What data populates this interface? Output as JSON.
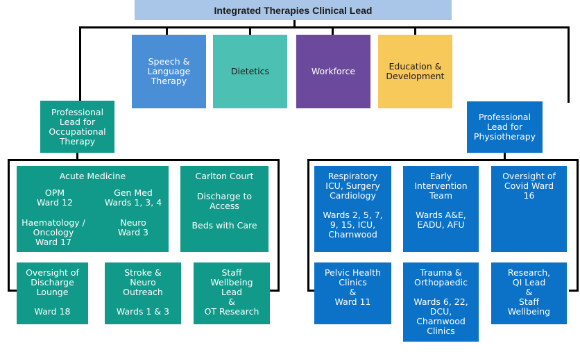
{
  "title": "Integrated Therapies Clinical Lead",
  "colors": {
    "speech": "#4a8fd6",
    "dietetics": "#4cc0b3",
    "workforce": "#6b4a9e",
    "education": "#f7c85a",
    "ot": "#119a8a",
    "physio": "#0b72c7",
    "header": "#a9c6e8"
  },
  "top_boxes": {
    "speech": "Speech &\nLanguage\nTherapy",
    "dietetics": "Dietetics",
    "workforce": "Workforce",
    "education": "Education &\nDevelopment"
  },
  "ot": {
    "lead": "Professional\nLead for\nOccupational\nTherapy",
    "acute": {
      "heading": "Acute Medicine",
      "opm": "OPM\nWard 12",
      "genmed": "Gen Med\nWards 1, 3, 4",
      "haem": "Haematology /\nOncology\nWard 17",
      "neuro": "Neuro\nWard 3"
    },
    "carlton": {
      "heading": "Carlton Court",
      "discharge": "Discharge to\nAccess",
      "beds": "Beds with Care"
    },
    "lounge": {
      "text": "Oversight of\nDischarge\nLounge",
      "ward": "Ward 18"
    },
    "stroke": {
      "text": "Stroke &\nNeuro\nOutreach",
      "wards": "Wards 1 & 3"
    },
    "staff": "Staff\nWellbeing\nLead\n&\nOT Research"
  },
  "physio": {
    "lead": "Professional\nLead for\nPhysiotherapy",
    "respiratory": {
      "text": "Respiratory\nICU, Surgery\nCardiology",
      "wards": "Wards 2, 5, 7,\n9, 15, ICU,\nCharnwood"
    },
    "early": {
      "text": "Early\nIntervention\nTeam",
      "wards": "Wards A&E,\nEADU, AFU"
    },
    "covid": "Oversight of\nCovid Ward\n16",
    "pelvic": "Pelvic Health\nClinics\n&\nWard 11",
    "trauma": {
      "text": "Trauma &\nOrthopaedic",
      "wards": "Wards 6, 22,\nDCU,\nCharnwood\nClinics"
    },
    "research": "Research,\nQI Lead\n&\nStaff\nWellbeing"
  }
}
